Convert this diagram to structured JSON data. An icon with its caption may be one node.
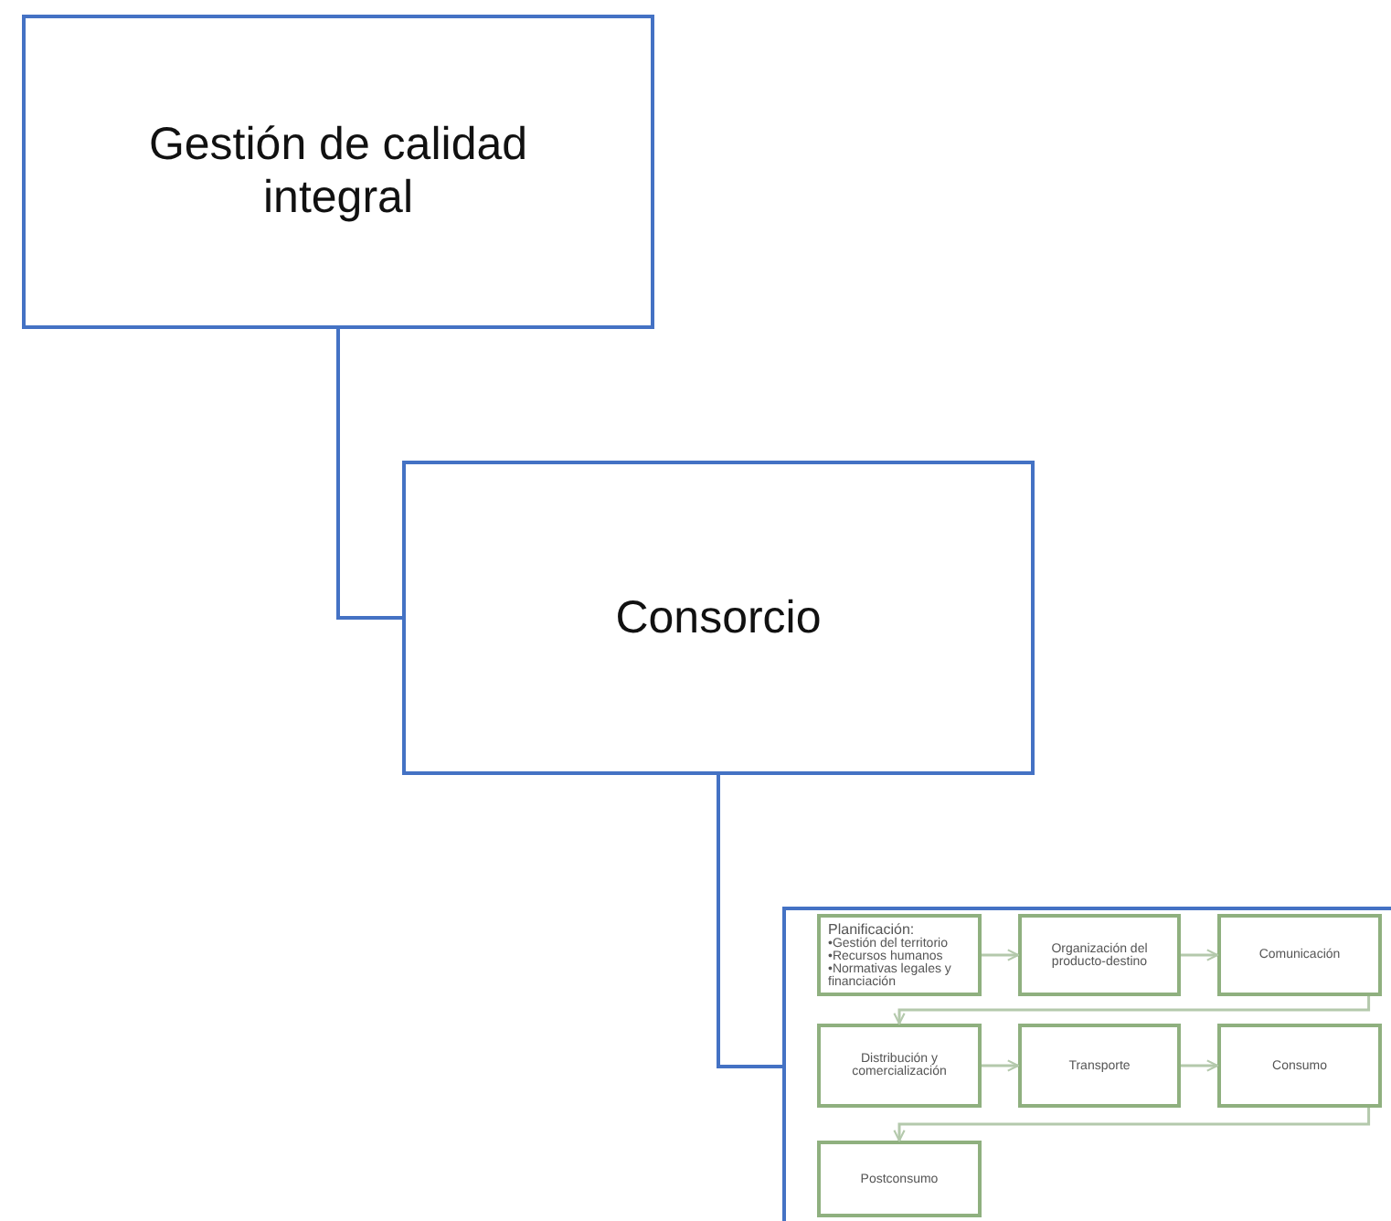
{
  "diagram": {
    "nodes": [
      {
        "text": [
          "Gestión de calidad integral"
        ]
      },
      {
        "text": [
          "Consorcio"
        ]
      },
      {
        "text": [],
        "shape": "box"
      },
      {
        "text": [
          "Planificación:",
          "•Gestión del territorio",
          "•Recursos humanos",
          "•Normativas legales y financiación"
        ],
        "in": 2
      },
      {
        "text": [
          "Organización del producto-destino"
        ],
        "in": 2
      },
      {
        "text": [
          "Comunicación"
        ],
        "in": 2
      },
      {
        "text": [
          "Distribución y comercialización"
        ],
        "in": 2
      },
      {
        "text": [
          "Transporte"
        ],
        "in": 2
      },
      {
        "text": [
          "Consumo"
        ],
        "in": 2
      },
      {
        "text": [
          "Postconsumo"
        ],
        "in": 2
      }
    ],
    "edges": [
      {
        "from": 0,
        "to": 1,
        "arrow": "none",
        "color": "#4472c4"
      },
      {
        "from": 1,
        "to": 2,
        "arrow": "none",
        "color": "#4472c4"
      },
      {
        "from": 3,
        "to": 4,
        "arrow": "to"
      },
      {
        "from": 4,
        "to": 5,
        "arrow": "to"
      },
      {
        "from": 5,
        "to": 6,
        "arrow": "to"
      },
      {
        "from": 6,
        "to": 7,
        "arrow": "to"
      },
      {
        "from": 7,
        "to": 8,
        "arrow": "to"
      },
      {
        "from": 8,
        "to": 9,
        "arrow": "to"
      }
    ]
  }
}
